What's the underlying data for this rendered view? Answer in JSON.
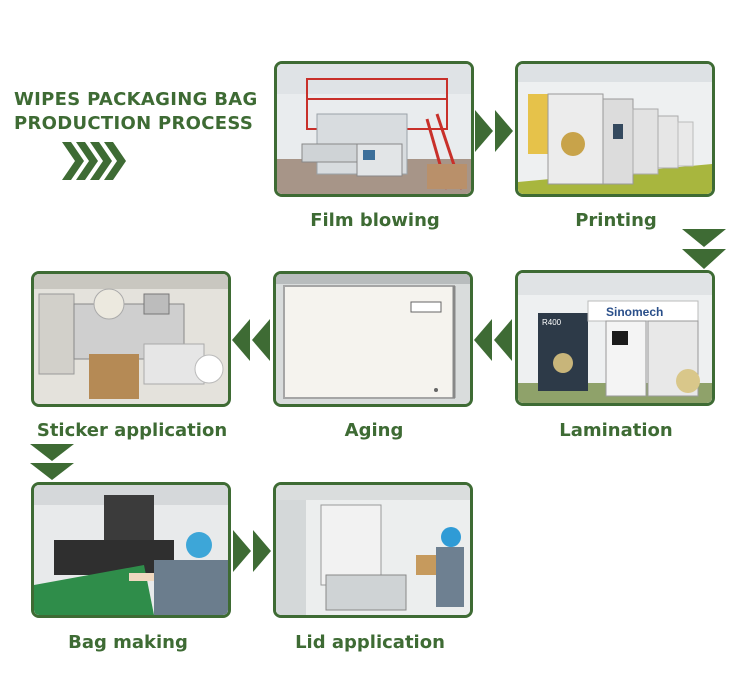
{
  "header": {
    "title_line1": "WIPES PACKAGING BAG",
    "title_line2": "PRODUCTION PROCESS"
  },
  "colors": {
    "accent": "#3e6b34",
    "card_bg": "#f3f4f1"
  },
  "steps": [
    {
      "label": "Film blowing"
    },
    {
      "label": "Printing"
    },
    {
      "label": "Lamination"
    },
    {
      "label": "Aging"
    },
    {
      "label": "Sticker application"
    },
    {
      "label": "Bag making"
    },
    {
      "label": "Lid application"
    }
  ],
  "photo_texts": {
    "lamination_brand": "Sinomech",
    "lamination_model": "R400"
  },
  "icons": {
    "title_arrows": "chevron-right-icon",
    "flow_right": "double-arrow-right-icon",
    "flow_left": "double-arrow-left-icon",
    "flow_down": "double-arrow-down-icon"
  }
}
